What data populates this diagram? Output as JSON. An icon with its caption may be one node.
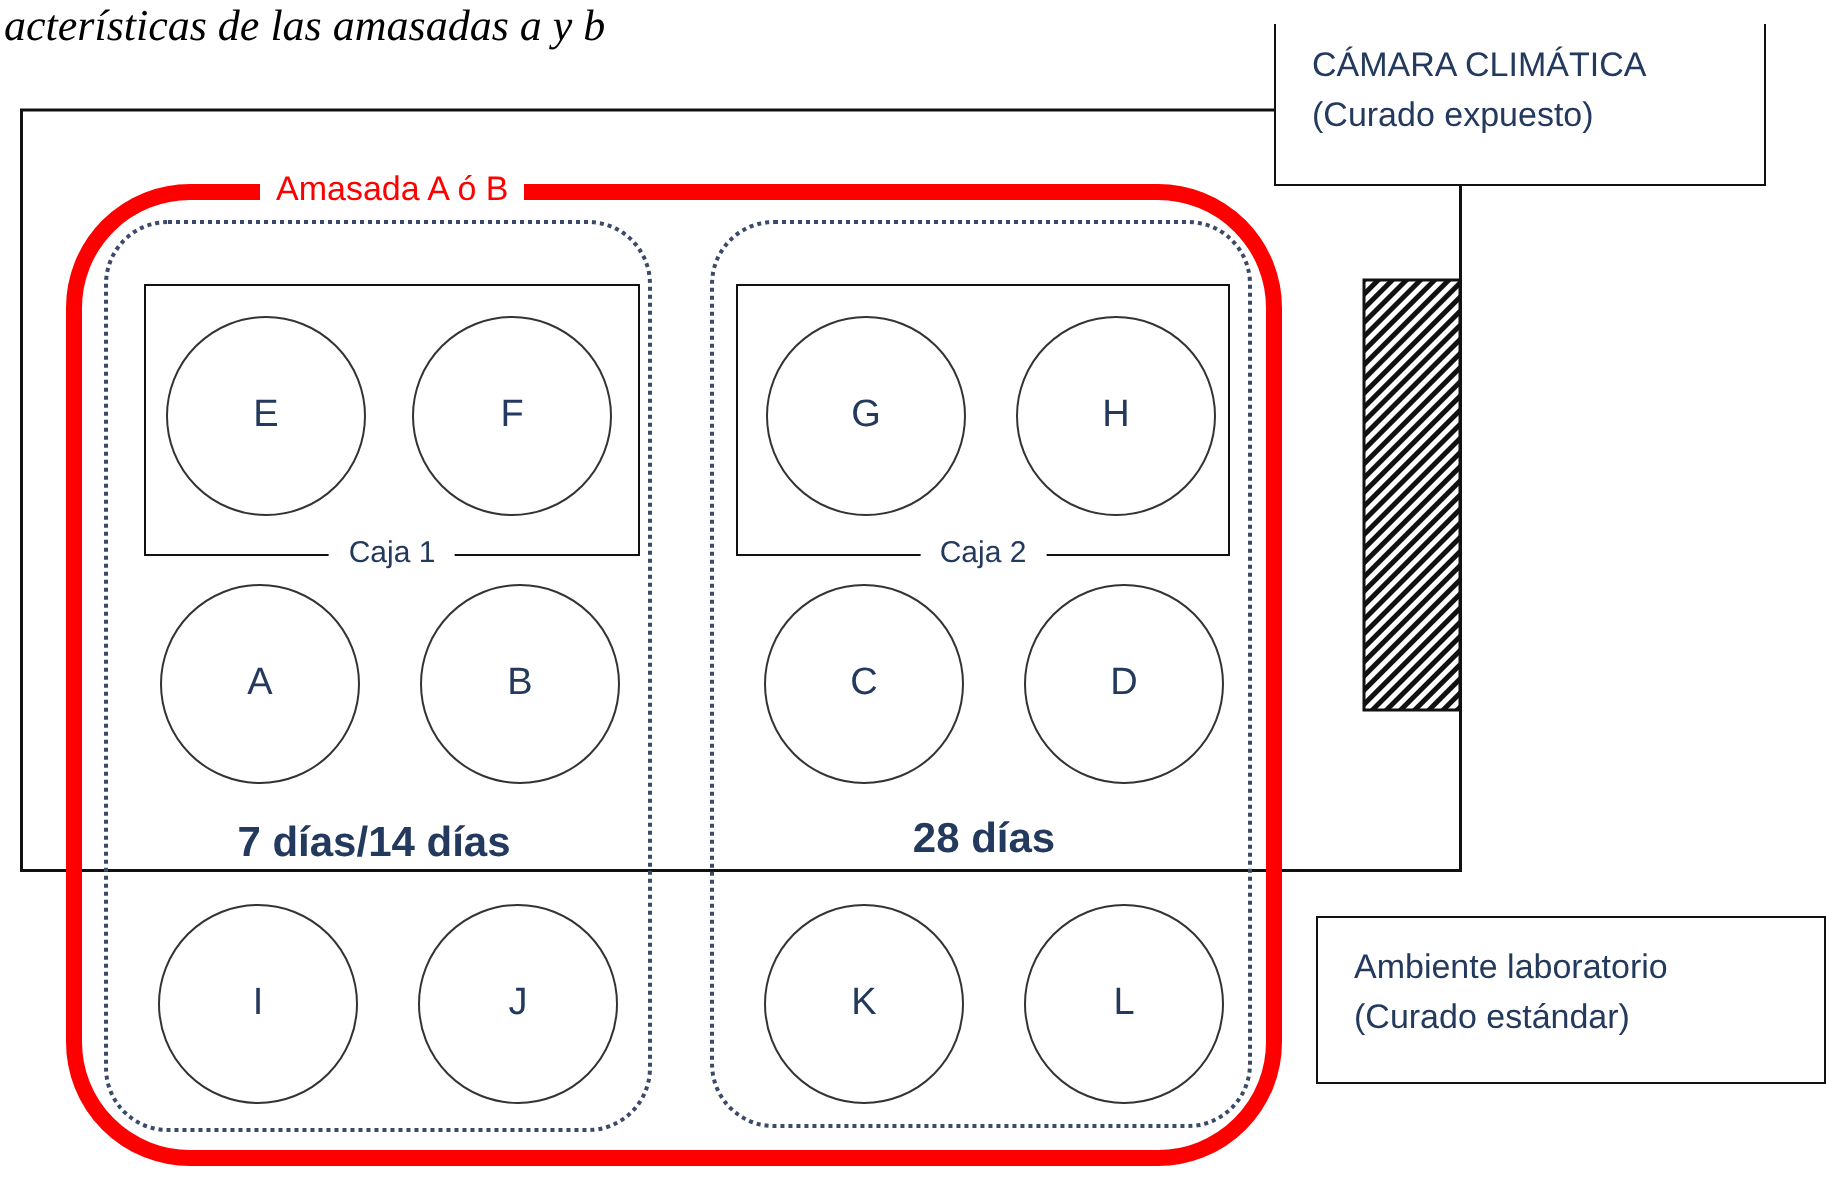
{
  "diagram": {
    "nodes": [
      {
        "text": [
          "CÁMARA CLIMÁTICA",
          "(Curado expuesto)"
        ]
      },
      {
        "text": [
          "Amasada A ó B"
        ]
      },
      {
        "text": [
          "7 días/14 días"
        ],
        "in": 1
      },
      {
        "text": [
          "Caja 1"
        ],
        "in": 2
      },
      {
        "text": [
          "E"
        ],
        "in": 3
      },
      {
        "text": [
          "F"
        ],
        "in": 3
      },
      {
        "text": [
          "A"
        ],
        "in": 2
      },
      {
        "text": [
          "B"
        ],
        "in": 2
      },
      {
        "text": [
          "I"
        ],
        "in": 2
      },
      {
        "text": [
          "J"
        ],
        "in": 2
      },
      {
        "text": [
          "28 días"
        ],
        "in": 1
      },
      {
        "text": [
          "Caja 2"
        ],
        "in": 10
      },
      {
        "text": [
          "G"
        ],
        "in": 11
      },
      {
        "text": [
          "H"
        ],
        "in": 11
      },
      {
        "text": [
          "C"
        ],
        "in": 10
      },
      {
        "text": [
          "D"
        ],
        "in": 10
      },
      {
        "text": [
          "K"
        ],
        "in": 10
      },
      {
        "text": [
          "L"
        ],
        "in": 10
      },
      {
        "text": [
          "Ambiente laboratorio",
          "(Curado estándar)"
        ]
      }
    ],
    "labels": [
      "acterísticas de las amasadas a y b"
    ]
  }
}
